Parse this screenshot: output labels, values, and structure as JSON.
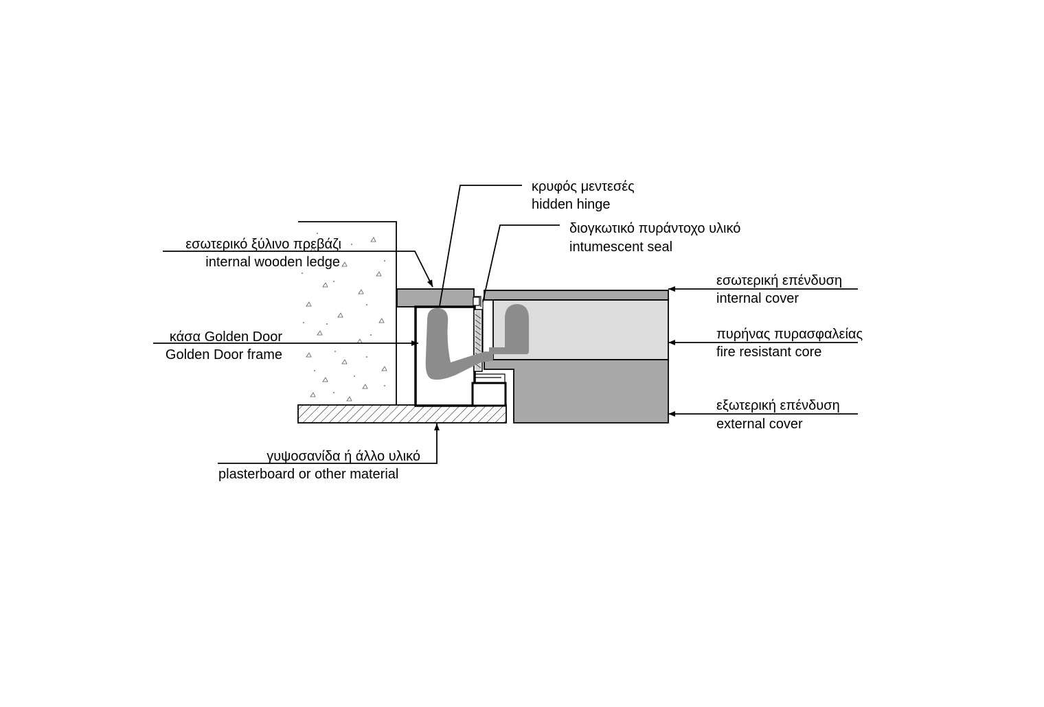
{
  "labels": {
    "hinge": {
      "gr": "κρυφός μεντεσές",
      "en": "hidden hinge"
    },
    "seal": {
      "gr": "διογκωτικό πυράντοχο υλικό",
      "en": "intumescent seal"
    },
    "ledge": {
      "gr": "εσωτερικό ξύλινο πρεβάζι",
      "en": "internal wooden ledge"
    },
    "frame": {
      "gr": "κάσα Golden Door",
      "en": "Golden Door frame"
    },
    "internal_cover": {
      "gr": "εσωτερική επένδυση",
      "en": "internal cover"
    },
    "core": {
      "gr": "πυρήνας πυρασφαλείας",
      "en": "fire resistant core"
    },
    "external_cover": {
      "gr": "εξωτερική επένδυση",
      "en": "external cover"
    },
    "plasterboard": {
      "gr": "γυψοσανίδα ή άλλο υλικό",
      "en": "plasterboard or other material"
    }
  },
  "colors": {
    "line": "#000000",
    "cover_fill": "#a9a9a9",
    "core_fill": "#dcdcdc",
    "hinge_fill": "#8c8c8c",
    "wall_fill": "#ffffff"
  }
}
